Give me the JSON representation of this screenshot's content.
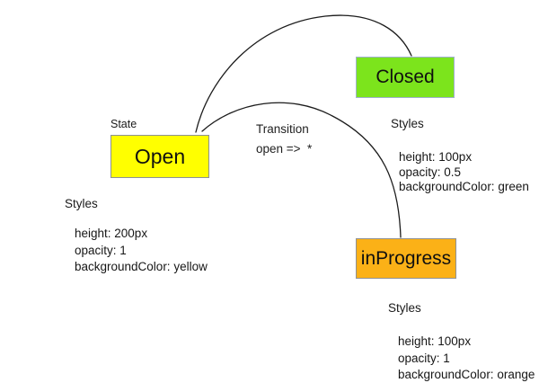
{
  "diagram": {
    "background": "#ffffff",
    "line_color": "#1c1c1c"
  },
  "labels": {
    "state": "State",
    "transition_title": "Transition",
    "transition_rule": "open =>  *",
    "styles_heading": "Styles"
  },
  "states": [
    {
      "name": "Open",
      "fill": "#ffff00",
      "border": "#8c9196",
      "styles": [
        "height: 200px",
        "opacity: 1",
        "backgroundColor: yellow"
      ]
    },
    {
      "name": "Closed",
      "fill": "#7ce41c",
      "border": "#9fb0ce",
      "styles": [
        "height: 100px",
        "opacity: 0.5",
        "backgroundColor: green"
      ]
    },
    {
      "name": "inProgress",
      "fill": "#fbb117",
      "border": "#8f9193",
      "styles": [
        "height: 100px",
        "opacity: 1",
        "backgroundColor: orange"
      ]
    }
  ],
  "edges": [
    {
      "from": "Open",
      "to": "Closed"
    },
    {
      "from": "Open",
      "to": "inProgress"
    }
  ]
}
